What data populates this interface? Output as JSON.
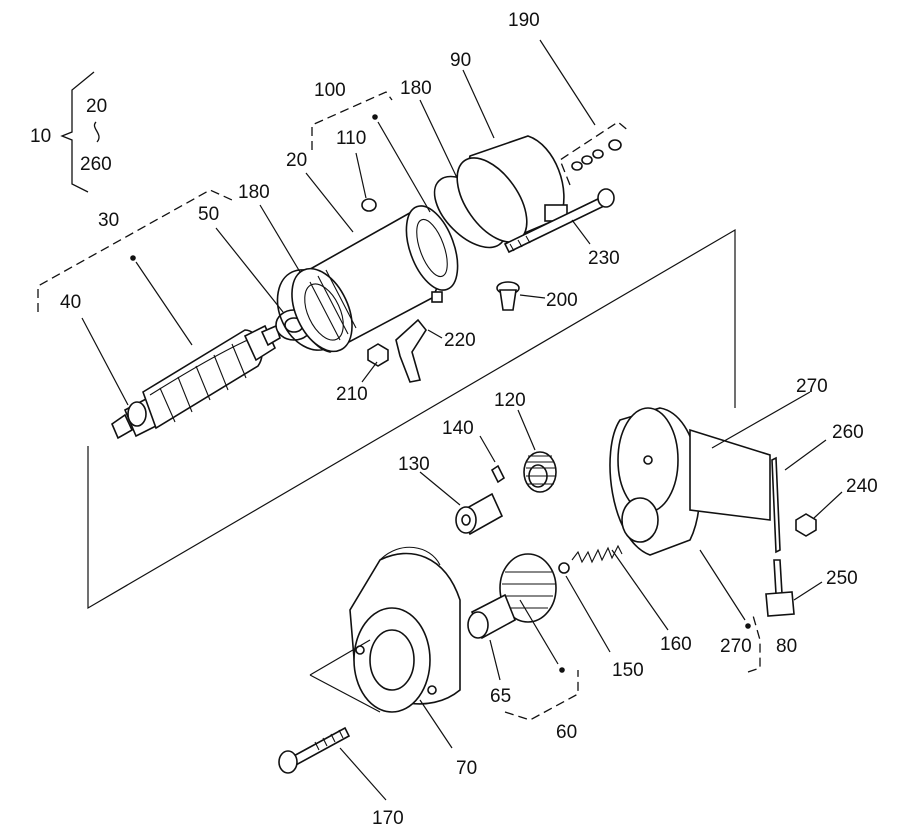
{
  "labels": {
    "l10": "10",
    "l20a": "20",
    "l260a": "260",
    "l30": "30",
    "l40": "40",
    "l50": "50",
    "l180a": "180",
    "l20b": "20",
    "l100": "100",
    "l110": "110",
    "l180b": "180",
    "l90": "90",
    "l190": "190",
    "l230": "230",
    "l200": "200",
    "l220": "220",
    "l210": "210",
    "l140": "140",
    "l120": "120",
    "l130": "130",
    "l270a": "270",
    "l260b": "260",
    "l240": "240",
    "l250": "250",
    "l270b": "270",
    "l80": "80",
    "l160": "160",
    "l150": "150",
    "l65": "65",
    "l60": "60",
    "l70": "70",
    "l170": "170"
  }
}
